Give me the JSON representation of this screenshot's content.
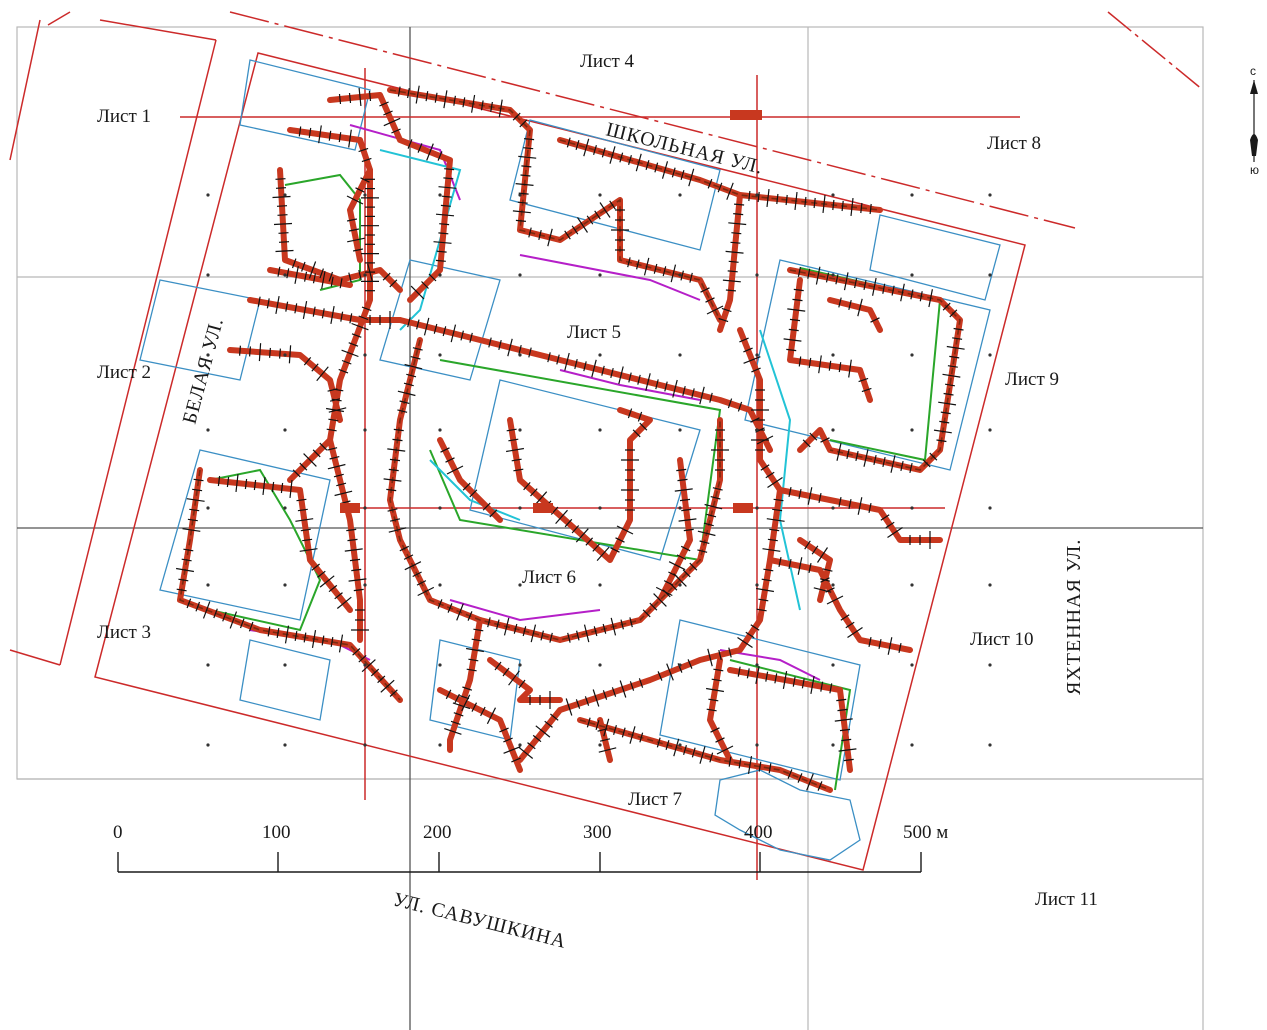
{
  "map": {
    "sheets": [
      "Лист 1",
      "Лист 2",
      "Лист 3",
      "Лист 4",
      "Лист 5",
      "Лист 6",
      "Лист 7",
      "Лист 8",
      "Лист 9",
      "Лист 10",
      "Лист 11"
    ],
    "streets": {
      "school": "ШКОЛЬНАЯ УЛ.",
      "west": "БЕЛАЯ УЛ.",
      "yakhtennaya": "ЯХТЕННАЯ УЛ.",
      "savushkina": "УЛ. САВУШКИНА"
    },
    "scale": {
      "ticks": [
        "0",
        "100",
        "200",
        "300",
        "400",
        "500 м"
      ]
    },
    "compass": {
      "north": "с",
      "south": "ю"
    },
    "colors": {
      "utility_main": "#c8381f",
      "utility_dark": "#7a2a10",
      "utility_green": "#2aa62a",
      "utility_magenta": "#b51fc8",
      "utility_cyan": "#22c3d6",
      "building_outline": "#3b8fc4",
      "boundary": "#cc2a2a",
      "grid": "#b8b8b8"
    }
  }
}
